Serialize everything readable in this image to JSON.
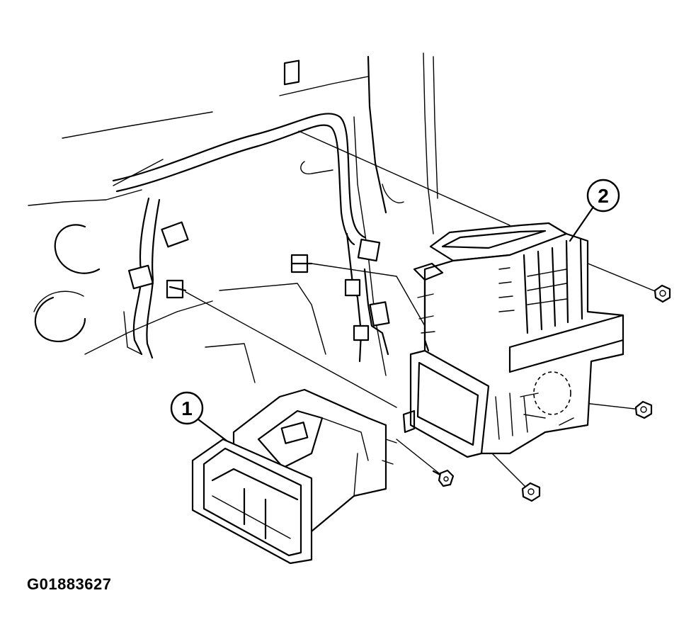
{
  "diagram": {
    "callouts": [
      {
        "id": "1",
        "label": "1"
      },
      {
        "id": "2",
        "label": "2"
      }
    ],
    "figure_code": "G01883627"
  },
  "colors": {
    "ink": "#000000",
    "background": "#ffffff"
  }
}
